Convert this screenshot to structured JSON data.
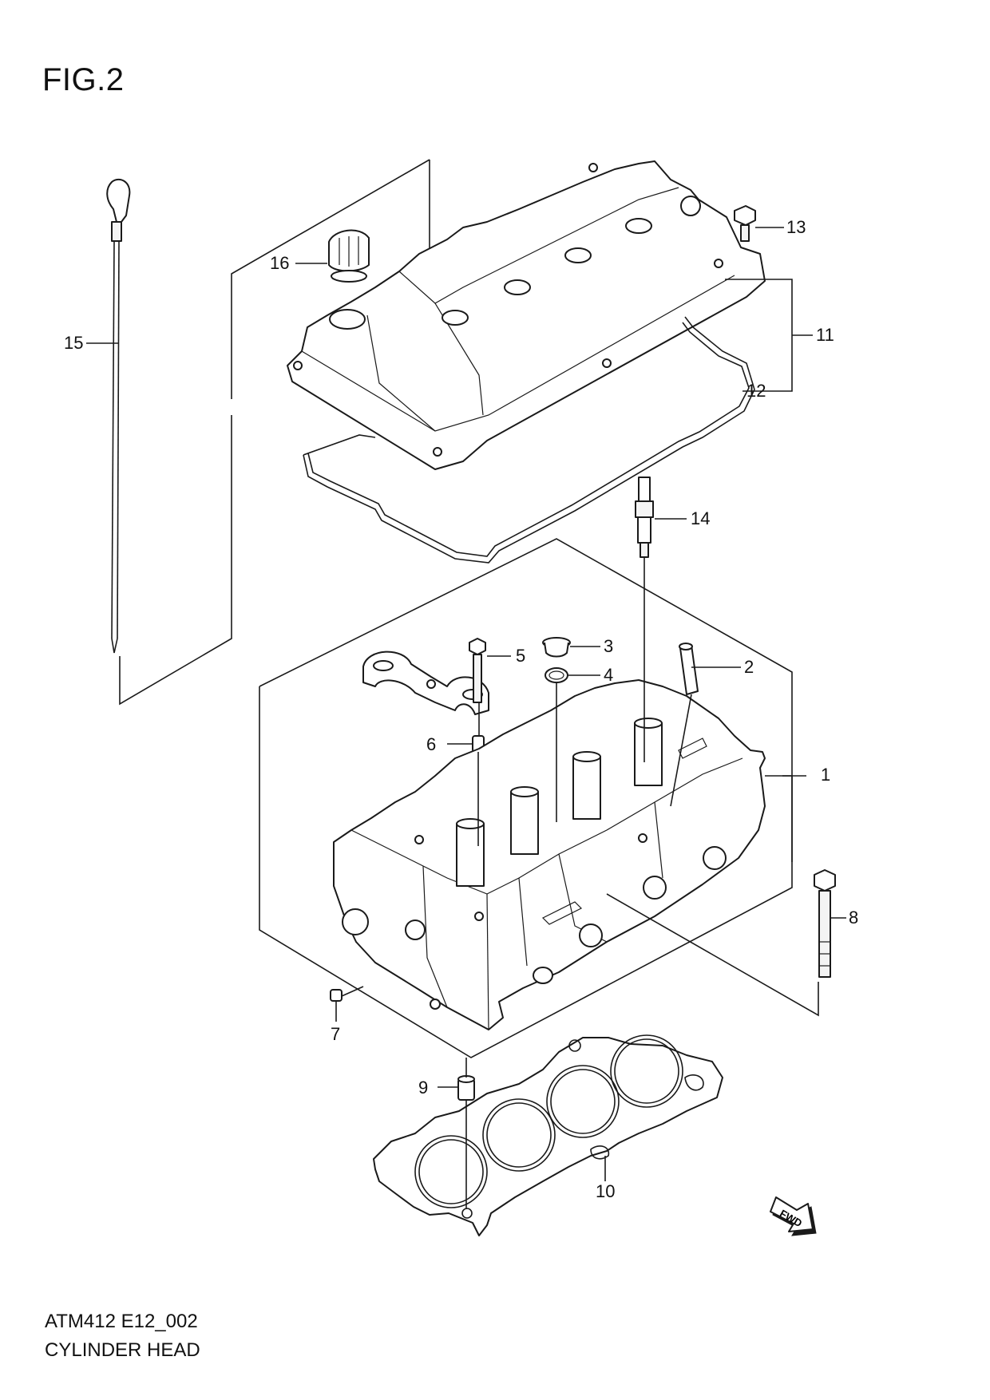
{
  "figure": {
    "title": "FIG.2",
    "code": "ATM412 E12_002",
    "name": "CYLINDER HEAD"
  },
  "callouts": {
    "c1": "1",
    "c2": "2",
    "c3": "3",
    "c4": "4",
    "c5": "5",
    "c6": "6",
    "c7": "7",
    "c8": "8",
    "c9": "9",
    "c10": "10",
    "c11": "11",
    "c12": "12",
    "c13": "13",
    "c14": "14",
    "c15": "15",
    "c16": "16"
  },
  "fwd_label": "FWD"
}
